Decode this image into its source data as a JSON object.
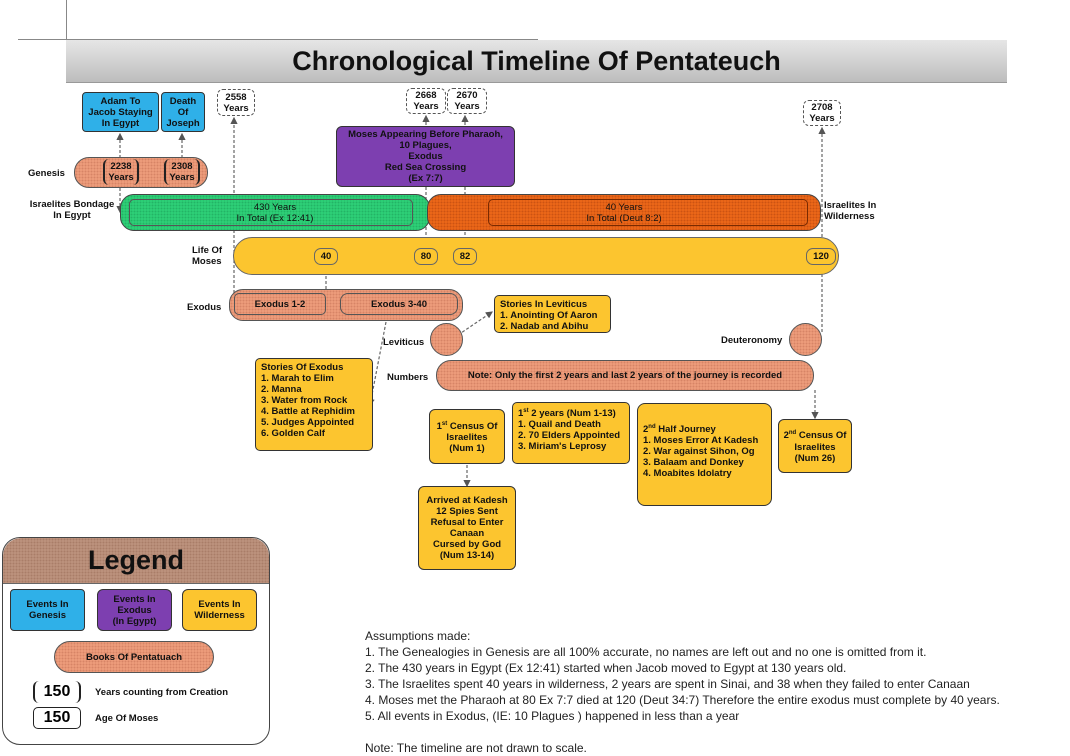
{
  "title": "Chronological Timeline Of Pentateuch",
  "years": {
    "y2238": "2238\nYears",
    "y2308": "2308\nYears",
    "y2558": "2558\nYears",
    "y2668": "2668\nYears",
    "y2670": "2670\nYears",
    "y2708": "2708\nYears"
  },
  "blue_boxes": {
    "adam_jacob": "Adam To Jacob Staying In Egypt",
    "death_joseph": "Death Of Joseph"
  },
  "purple_box": "Moses Appearing Before Pharaoh,\n10 Plagues,\nExodus\nRed Sea Crossing\n(Ex 7:7)",
  "labels": {
    "genesis": "Genesis",
    "bondage": "Israelites Bondage\nIn Egypt",
    "wilderness": "Israelites In\nWilderness",
    "life_moses": "Life Of\nMoses",
    "exodus": "Exodus",
    "leviticus": "Leviticus",
    "deuteronomy": "Deuteronomy",
    "numbers": "Numbers"
  },
  "bars": {
    "egypt": "430 Years\nIn Total (Ex 12:41)",
    "wilderness": "40 Years\nIn Total (Deut 8:2)",
    "exodus_1_2": "Exodus 1-2",
    "exodus_3_40": "Exodus 3-40",
    "numbers_note": "Note: Only the first 2 years and last 2 years of the journey is recorded"
  },
  "ages": {
    "a40": "40",
    "a80": "80",
    "a82": "82",
    "a120": "120"
  },
  "leviticus_stories": {
    "title": "Stories In Leviticus",
    "items": [
      "1. Anointing Of Aaron",
      "2. Nadab and Abihu"
    ]
  },
  "exodus_stories": {
    "title": "Stories Of Exodus",
    "items": [
      "1. Marah to Elim",
      "2. Manna",
      "3. Water from Rock",
      "4. Battle at Rephidim",
      "5. Judges Appointed",
      "6. Golden Calf"
    ]
  },
  "census1": {
    "sup": "st",
    "line1_pre": "1",
    "line1_post": " Census Of",
    "rest": "Israelites\n(Num 1)"
  },
  "first2years": {
    "pre": "1",
    "sup": "st",
    "post": " 2 years (Num 1-13)",
    "items": [
      "1. Quail and Death",
      "2. 70 Elders Appointed",
      "3. Miriam's Leprosy"
    ]
  },
  "second_half": {
    "pre": "2",
    "sup": "nd",
    "post": " Half Journey",
    "items": [
      "1. Moses Error At Kadesh",
      "2. War against Sihon, Og",
      "3. Balaam and Donkey",
      "4. Moabites Idolatry"
    ]
  },
  "census2": {
    "pre": "2",
    "sup": "nd",
    "post": " Census Of",
    "rest": "Israelites\n(Num 26)"
  },
  "kadesh": "Arrived at Kadesh\n12 Spies Sent\nRefusal to Enter\nCanaan\nCursed by God\n(Num 13-14)",
  "legend": {
    "title": "Legend",
    "genesis_events": "Events In\nGenesis",
    "exodus_events": "Events In\nExodus\n(In Egypt)",
    "wilderness_events": "Events In\nWilderness",
    "books": "Books Of Pentatuach",
    "years_value": "150",
    "years_label": "Years counting from Creation",
    "age_value": "150",
    "age_label": "Age Of Moses"
  },
  "assumptions": {
    "heading": "Assumptions made:",
    "items": [
      "1. The Genealogies in Genesis are all 100% accurate, no names are left out and no one is omitted from it.",
      "2. The 430 years in Egypt (Ex 12:41) started when Jacob moved to Egypt at 130 years old.",
      "3. The Israelites spent 40 years in wilderness, 2 years are spent in Sinai, and 38 when they failed to enter Canaan",
      "4. Moses met the Pharaoh at 80 Ex 7:7 died at 120 (Deut 34:7) Therefore the entire exodus must complete by 40 years.",
      "5. All events in Exodus, (IE: 10 Plagues ) happened in less than a year"
    ],
    "footnote": "Note: The timeline are not drawn to scale."
  },
  "colors": {
    "genesis_blue": "#2fb0e8",
    "exodus_purple": "#7d3fb0",
    "wilderness_yellow": "#fcc52f",
    "books_salmon": "#f0a07e",
    "egypt_green": "#2fd37a",
    "wilderness_orange": "#f06a1a"
  }
}
